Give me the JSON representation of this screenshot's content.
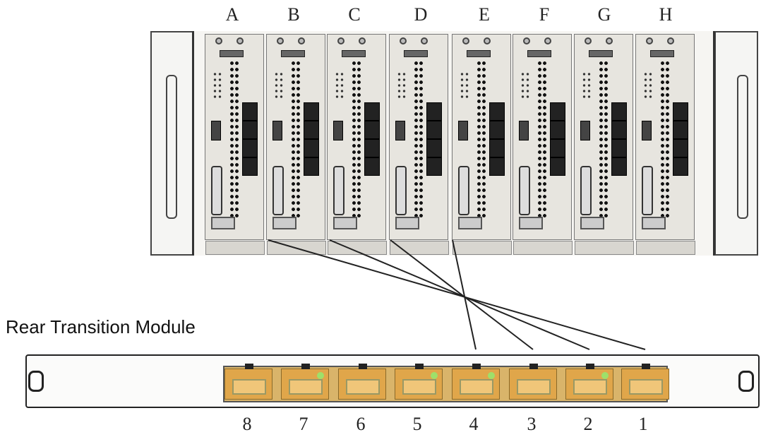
{
  "diagram": {
    "slot_labels": [
      "A",
      "B",
      "C",
      "D",
      "E",
      "F",
      "G",
      "H"
    ],
    "rtm_label": "Rear Transition Module",
    "port_numbers": [
      "8",
      "7",
      "6",
      "5",
      "4",
      "3",
      "2",
      "1"
    ],
    "connections": [
      {
        "from_slot": "A",
        "to_port": "1"
      },
      {
        "from_slot": "B",
        "to_port": "2"
      },
      {
        "from_slot": "C",
        "to_port": "3"
      },
      {
        "from_slot": "D",
        "to_port": "4"
      }
    ]
  }
}
